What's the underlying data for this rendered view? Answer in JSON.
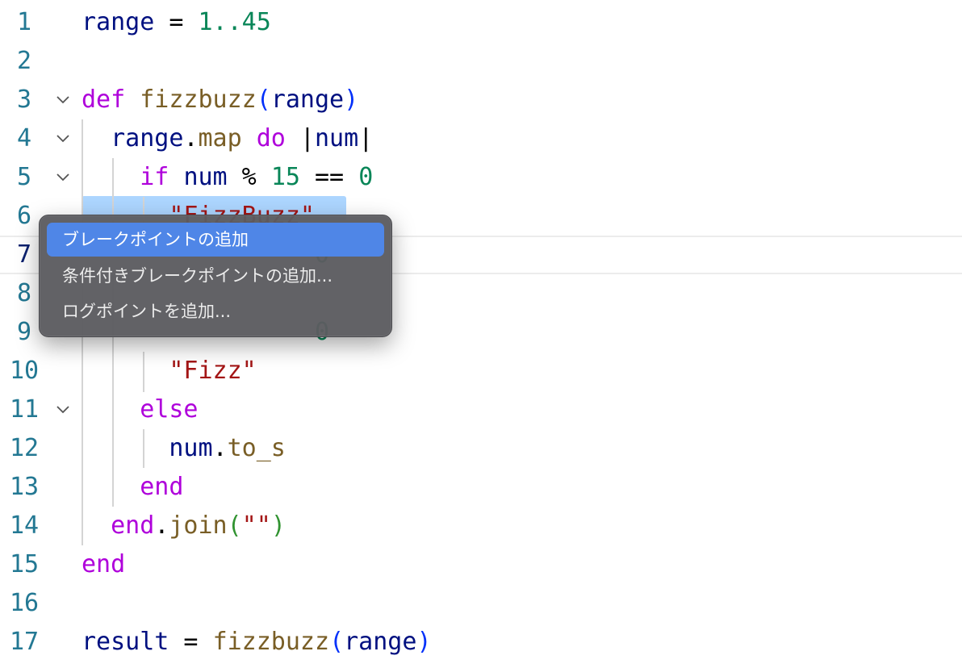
{
  "editor": {
    "line_numbers": [
      "1",
      "2",
      "3",
      "4",
      "5",
      "6",
      "7",
      "8",
      "9",
      "10",
      "11",
      "12",
      "13",
      "14",
      "15",
      "16",
      "17"
    ],
    "current_line": "7",
    "lines": {
      "l1": [
        {
          "t": "range",
          "c": "var"
        },
        {
          "t": " = ",
          "c": "op"
        },
        {
          "t": "1..45",
          "c": "num"
        }
      ],
      "l3": [
        {
          "t": "def",
          "c": "kw"
        },
        {
          "t": " "
        },
        {
          "t": "fizzbuzz",
          "c": "fn"
        },
        {
          "t": "(",
          "c": "br1"
        },
        {
          "t": "range",
          "c": "var"
        },
        {
          "t": ")",
          "c": "br1"
        }
      ],
      "l4": [
        {
          "t": "  "
        },
        {
          "t": "range",
          "c": "var"
        },
        {
          "t": ".",
          "c": "op"
        },
        {
          "t": "map",
          "c": "fn"
        },
        {
          "t": " "
        },
        {
          "t": "do",
          "c": "kw"
        },
        {
          "t": " |",
          "c": "op"
        },
        {
          "t": "num",
          "c": "var"
        },
        {
          "t": "|",
          "c": "op"
        }
      ],
      "l5": [
        {
          "t": "    "
        },
        {
          "t": "if",
          "c": "kw"
        },
        {
          "t": " "
        },
        {
          "t": "num",
          "c": "var"
        },
        {
          "t": " % ",
          "c": "op"
        },
        {
          "t": "15",
          "c": "num"
        },
        {
          "t": " == ",
          "c": "op"
        },
        {
          "t": "0",
          "c": "num"
        }
      ],
      "l6": [
        {
          "t": "      "
        },
        {
          "t": "\"FizzBuzz\"",
          "c": "str"
        }
      ],
      "l7": [
        {
          "t": "                "
        },
        {
          "t": "0",
          "c": "num"
        }
      ],
      "l9": [
        {
          "t": "                "
        },
        {
          "t": "0",
          "c": "num"
        }
      ],
      "l10": [
        {
          "t": "      "
        },
        {
          "t": "\"Fizz\"",
          "c": "str"
        }
      ],
      "l11": [
        {
          "t": "    "
        },
        {
          "t": "else",
          "c": "kw"
        }
      ],
      "l12": [
        {
          "t": "      "
        },
        {
          "t": "num",
          "c": "var"
        },
        {
          "t": ".",
          "c": "op"
        },
        {
          "t": "to_s",
          "c": "fn"
        }
      ],
      "l13": [
        {
          "t": "    "
        },
        {
          "t": "end",
          "c": "kw"
        }
      ],
      "l14": [
        {
          "t": "  "
        },
        {
          "t": "end",
          "c": "kw"
        },
        {
          "t": ".",
          "c": "op"
        },
        {
          "t": "join",
          "c": "fn"
        },
        {
          "t": "(",
          "c": "br2"
        },
        {
          "t": "\"\"",
          "c": "str"
        },
        {
          "t": ")",
          "c": "br2"
        }
      ],
      "l15": [
        {
          "t": "end",
          "c": "kw"
        }
      ],
      "l17": [
        {
          "t": "result",
          "c": "var"
        },
        {
          "t": " = ",
          "c": "op"
        },
        {
          "t": "fizzbuzz",
          "c": "fn"
        },
        {
          "t": "(",
          "c": "br1"
        },
        {
          "t": "range",
          "c": "var"
        },
        {
          "t": ")",
          "c": "br1"
        }
      ]
    },
    "fold_icon": "chevron-down-icon"
  },
  "context_menu": {
    "items": [
      {
        "label": "ブレークポイントの追加",
        "active": true
      },
      {
        "label": "条件付きブレークポイントの追加...",
        "active": false
      },
      {
        "label": "ログポイントを追加...",
        "active": false
      }
    ]
  },
  "colors": {
    "keyword": "#af00db",
    "variable": "#001080",
    "number": "#098658",
    "function": "#795e26",
    "string": "#a31515",
    "line_number": "#237893",
    "menu_highlight": "#4f86e7",
    "selection": "#add6ff"
  }
}
